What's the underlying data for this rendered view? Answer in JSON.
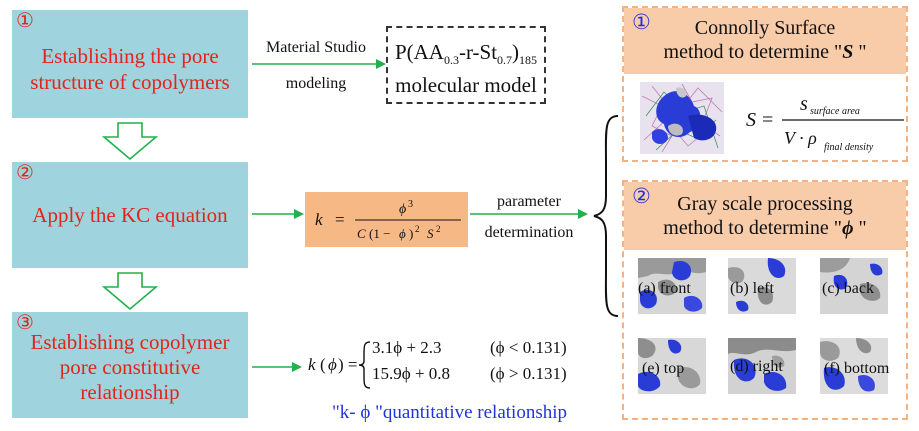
{
  "steps": [
    {
      "num": "①",
      "text_lines": [
        "Establishing the pore",
        "structure of copolymers"
      ]
    },
    {
      "num": "②",
      "text_lines": [
        "Apply the KC equation"
      ]
    },
    {
      "num": "③",
      "text_lines": [
        "Establishing copolymer",
        "pore constitutive",
        "relationship"
      ]
    }
  ],
  "modeling": {
    "label_top": "Material Studio",
    "label_bottom": "modeling",
    "box_line2": "molecular model"
  },
  "kc": {
    "label_top": "parameter",
    "label_bottom": "determination"
  },
  "relationship": {
    "case1_expr": "3.1ϕ + 2.3",
    "case1_cond": "(ϕ < 0.131)",
    "case2_expr": "15.9ϕ + 0.8",
    "case2_cond": "(ϕ > 0.131)",
    "caption": "\"k- ϕ \"quantitative relationship"
  },
  "panel1": {
    "num": "①",
    "title_line1": "Connolly Surface",
    "title_line2_prefix": "method to determine \"",
    "title_var": "S",
    "title_line2_suffix": " \""
  },
  "panel2": {
    "num": "②",
    "title_line1": "Gray scale processing",
    "title_line2_prefix": "method to determine  \"",
    "title_var": "ϕ",
    "title_line2_suffix": " \"",
    "views": [
      "(a) front",
      "(b) left",
      "(c) back",
      "(e) top",
      "(d) right",
      "(f) bottom"
    ]
  },
  "colors": {
    "step_box": "#9fd3de",
    "step_text": "#e4231b",
    "kc_box": "#f6b985",
    "panel_head": "#f8cba9",
    "arrow": "#22b14c",
    "blue_text": "#2233dd"
  }
}
